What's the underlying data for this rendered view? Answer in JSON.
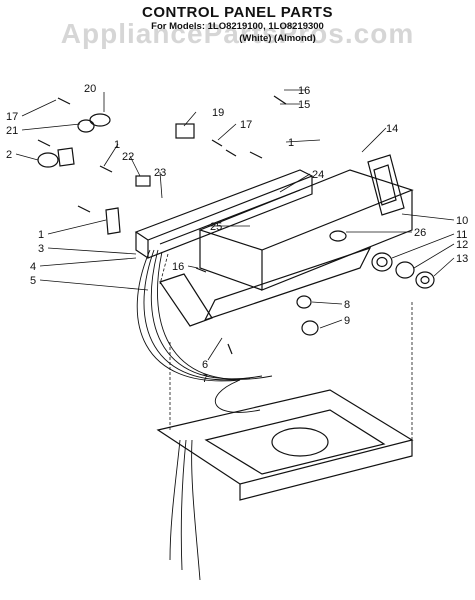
{
  "diagram": {
    "title": "CONTROL PANEL PARTS",
    "models_line": "For Models: 1LO8219100, 1LO8219300",
    "models_sub": "(White)     (Almond)",
    "watermark": "AppliancePartsPros.com"
  },
  "callouts": [
    "20",
    "17",
    "21",
    "2",
    "16",
    "15",
    "19",
    "17",
    "1",
    "14",
    "1",
    "22",
    "23",
    "24",
    "25",
    "10",
    "26",
    "11",
    "12",
    "13",
    "1",
    "3",
    "4",
    "5",
    "16",
    "8",
    "9",
    "6",
    "7"
  ]
}
